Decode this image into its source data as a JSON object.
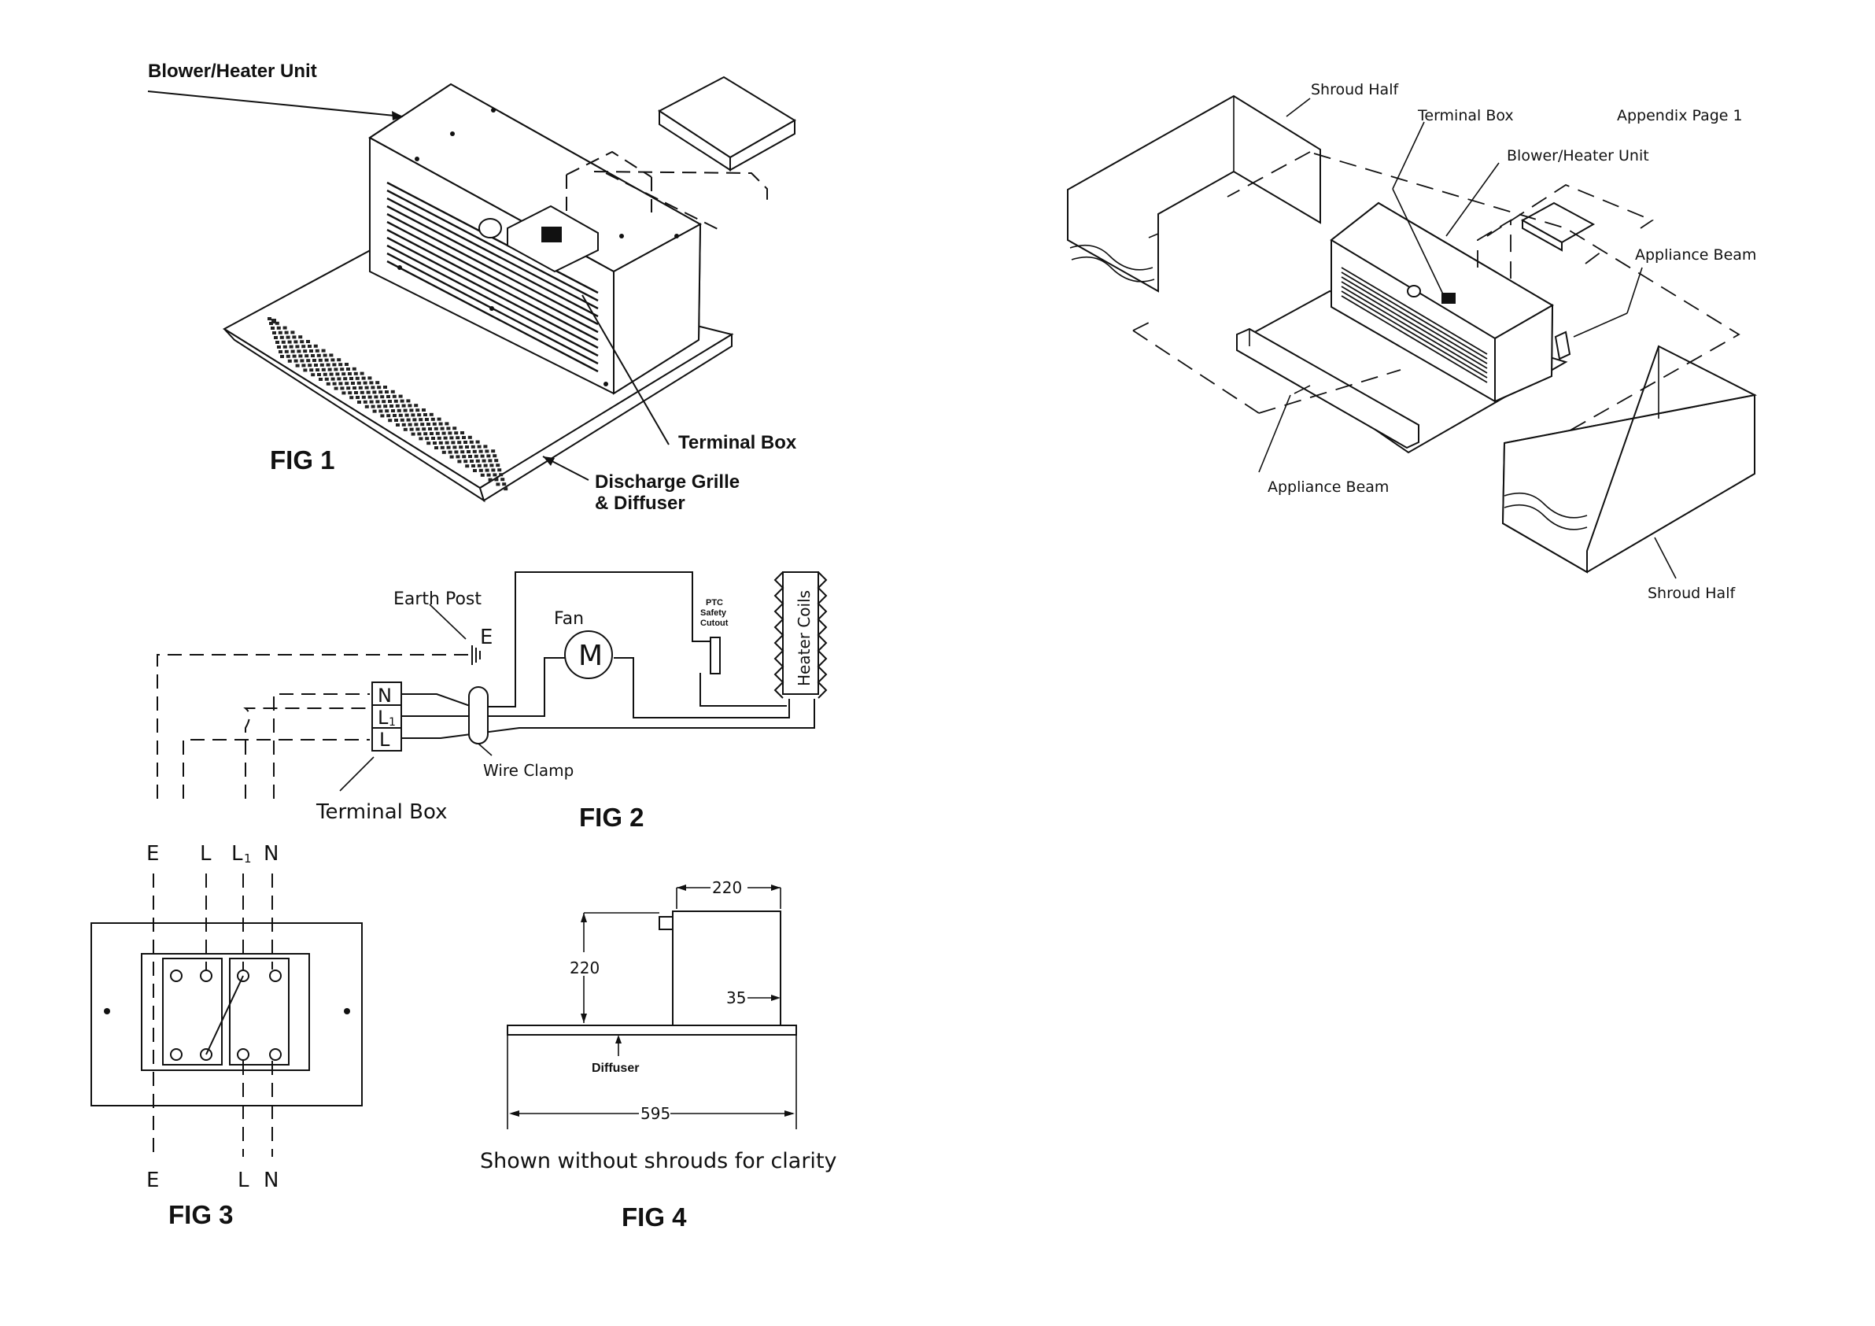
{
  "appendix": "Appendix Page 1",
  "fig1": {
    "title": "FIG 1",
    "blower_heater_unit": "Blower/Heater Unit",
    "terminal_box": "Terminal Box",
    "discharge_grille_1": "Discharge Grille",
    "discharge_grille_2": "& Diffuser"
  },
  "fig2": {
    "title": "FIG 2",
    "earth_post": "Earth Post",
    "e": "E",
    "fan": "Fan",
    "motor": "M",
    "ptc_1": "PTC",
    "ptc_2": "Safety",
    "ptc_3": "Cutout",
    "heater_coils": "Heater Coils",
    "wire_clamp": "Wire Clamp",
    "terminal_box": "Terminal Box",
    "term_n": "N",
    "term_l1": "L",
    "term_l1_sub": "1",
    "term_l": "L"
  },
  "fig3": {
    "title": "FIG 3",
    "top_e": "E",
    "top_l": "L",
    "top_l1": "L",
    "top_l1_sub": "1",
    "top_n": "N",
    "bottom_e": "E",
    "bottom_l": "L",
    "bottom_n": "N"
  },
  "fig4": {
    "title": "FIG 4",
    "dim_width": "220",
    "dim_height": "220",
    "dim_35": "35",
    "diffuser": "Diffuser",
    "dim_595": "595",
    "caption": "Shown without shrouds for clarity"
  },
  "exploded": {
    "shroud_half_top": "Shroud Half",
    "terminal_box": "Terminal Box",
    "blower_heater_unit": "Blower/Heater Unit",
    "appliance_beam_right": "Appliance Beam",
    "appliance_beam_left": "Appliance Beam",
    "shroud_half_bottom": "Shroud Half"
  }
}
